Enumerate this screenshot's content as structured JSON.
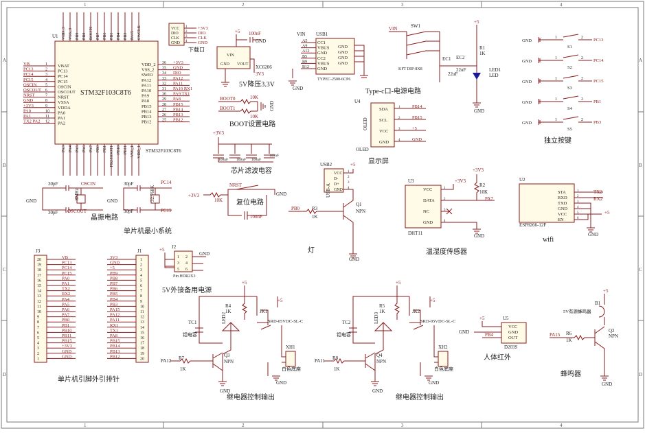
{
  "frame": {
    "cols": [
      "1",
      "2",
      "3",
      "4"
    ],
    "rows": [
      "A",
      "B",
      "C",
      "D"
    ]
  },
  "mcu": {
    "ref": "U1",
    "part": "STM32F103C8T6",
    "part_below": "STM32F103C8T6",
    "left_pins": [
      {
        "net": "VB",
        "num": "1",
        "name": "VBAT"
      },
      {
        "net": "PC13",
        "num": "2",
        "name": "PC13"
      },
      {
        "net": "PC14",
        "num": "3",
        "name": "PC14"
      },
      {
        "net": "PC15",
        "num": "4",
        "name": "PC15"
      },
      {
        "net": "OSCIN",
        "num": "5",
        "name": "OSCIN"
      },
      {
        "net": "OSCOUT",
        "num": "6",
        "name": "OSCOUT"
      },
      {
        "net": "NRST",
        "num": "7",
        "name": "NRST"
      },
      {
        "net": "GND",
        "num": "8",
        "name": "VSSA"
      },
      {
        "net": "+3V3",
        "num": "9",
        "name": "VDDA"
      },
      {
        "net": "PA0",
        "num": "10",
        "name": "PA0"
      },
      {
        "net": "PA1",
        "num": "11",
        "name": "PA1"
      },
      {
        "net": "TX2 PA2",
        "num": "12",
        "name": "PA2"
      }
    ],
    "right_pins": [
      {
        "net": "+3V3",
        "num": "36",
        "name": "VDD_2"
      },
      {
        "net": "GND",
        "num": "35",
        "name": "VSS_2"
      },
      {
        "net": "DIO",
        "num": "34",
        "name": "SWIO"
      },
      {
        "net": "PA12",
        "num": "33",
        "name": "PA12"
      },
      {
        "net": "PA11",
        "num": "32",
        "name": "PA11"
      },
      {
        "net": "PA10 RX1",
        "num": "31",
        "name": "PA10"
      },
      {
        "net": "PA9 TX1",
        "num": "30",
        "name": "PA9"
      },
      {
        "net": "PA8",
        "num": "29",
        "name": "PA8"
      },
      {
        "net": "PB15",
        "num": "28",
        "name": "PB15"
      },
      {
        "net": "PB14",
        "num": "27",
        "name": "PB14"
      },
      {
        "net": "PB13",
        "num": "26",
        "name": "PB13"
      },
      {
        "net": "PB12",
        "num": "25",
        "name": "PB12"
      }
    ],
    "top_pins": [
      "VDD_3",
      "VSS_3",
      "PB9",
      "PB8",
      "BOOT0",
      "PB7",
      "PB6",
      "PB5",
      "PB4",
      "PB3",
      "PA15",
      "SWCLK"
    ],
    "bottom_pins": [
      "PA3",
      "PA4",
      "PA5",
      "PA6",
      "PA7",
      "PB0",
      "PB1",
      "PB2/BOOT1",
      "PB10",
      "PB11",
      "VSS_1",
      "VDD_1"
    ]
  },
  "debug": {
    "title": "下载口",
    "pins": [
      "VCC",
      "DIO",
      "CLK",
      "GND"
    ],
    "nets": [
      "+3V3",
      "DIO",
      "CLK",
      "GND"
    ]
  },
  "ldo": {
    "part": "XC6206",
    "caption": "5V降压3.3V",
    "cap": "100nF",
    "in": "VIN",
    "out": "VOUT",
    "gnd": "GND",
    "vin_net": "+5",
    "vout_net": "3V3"
  },
  "boot": {
    "caption": "BOOT设置电路",
    "nets": [
      "BOOT0",
      "BOOT1"
    ],
    "res": [
      "10K",
      "10K"
    ],
    "gnd": "GND"
  },
  "typec": {
    "ref": "USB1",
    "part": "TYPEC-2500-6CP6",
    "caption": "Type-c口-电源电路",
    "left": [
      "A5",
      "A9",
      "A12",
      "B5",
      "B9",
      "B12"
    ],
    "left_names": [
      "CC1",
      "VBUS",
      "GND",
      "CC2",
      "VBUS",
      "GND"
    ],
    "right": [
      "GND",
      "GND",
      "GND",
      "GND"
    ],
    "vin": "VIN",
    "gnd": "GND"
  },
  "power_sw": {
    "ref": "SW1",
    "part": "KFT DIP-8X8",
    "vin": "VIN",
    "ec1": "EC1",
    "ec1_val": "22uF",
    "ec2": "EC2",
    "ec2_val": "22uF",
    "r": "R1",
    "r_val": "1K",
    "led": "LED1",
    "led_type": "LED",
    "net": "+5",
    "gnd": "GND"
  },
  "buttons": {
    "caption": "独立按键",
    "items": [
      {
        "ref": "S1",
        "net": "PC13"
      },
      {
        "ref": "S2",
        "net": "PC14"
      },
      {
        "ref": "S3",
        "net": "PC15"
      },
      {
        "ref": "S4",
        "net": "PB1"
      },
      {
        "ref": "S5",
        "net": "PB3"
      }
    ],
    "gnd": "GND"
  },
  "oled": {
    "ref": "U4",
    "part": "OLED",
    "caption": "显示屏",
    "pins": [
      "SDA",
      "SCL",
      "VCC",
      "GND"
    ],
    "nets": [
      "PB14",
      "PB15",
      "+5",
      "GND"
    ]
  },
  "decap": {
    "caption": "芯片滤波电容",
    "net": "+3V3",
    "caps": [
      "100nF",
      "100nF",
      "100nF",
      "100nF"
    ],
    "gnd": "GND"
  },
  "crystal": {
    "caption": "晶振电路",
    "osc1": "OSCIN",
    "osc2": "OSCOUT",
    "freq1": "8MHz",
    "caps1": [
      "30pF",
      "30pF"
    ],
    "pc14": "PC14",
    "pc15": "PC15",
    "freq2": "32.768K",
    "caps2": [
      "30pF",
      "30pF"
    ],
    "gnd": "GND"
  },
  "reset": {
    "caption": "复位电路",
    "net": "NRST",
    "vcc": "+3V3",
    "res": "10K",
    "cap": "100nF",
    "gnd": "GND"
  },
  "system_caption": "单片机最小系统",
  "usb_a": {
    "ref": "USB2",
    "part": "USB-A",
    "pins": [
      "VCC",
      "D-",
      "D+",
      "GND"
    ],
    "net": "+5"
  },
  "lamp": {
    "caption": "灯",
    "net": "PB0",
    "r": "R3",
    "r_val": "1K",
    "q": "Q1",
    "q_type": "NPN",
    "gnd": "GND"
  },
  "dht": {
    "ref": "U3",
    "part": "DHT11",
    "caption": "温湿度传感器",
    "pins": [
      "VCC",
      "DATA",
      "NC",
      "GND"
    ],
    "r": "R2",
    "r_val": "10K",
    "net": "PA7",
    "vcc": "+3V3",
    "gnd": "GND"
  },
  "wifi": {
    "ref": "U2",
    "part": "ESP8266-12F",
    "caption": "wifi",
    "pins": [
      "STA",
      "RXD",
      "TXD",
      "GND",
      "VCC",
      "EN"
    ],
    "nets": [
      "TX2",
      "RX2"
    ],
    "vcc": "+5",
    "gnd": "GND"
  },
  "j3": {
    "ref": "J3",
    "pins": [
      "20",
      "19",
      "18",
      "17",
      "16",
      "15",
      "14",
      "13",
      "12",
      "11",
      "10",
      "9",
      "8",
      "7",
      "6",
      "5",
      "4",
      "3",
      "2",
      "1"
    ],
    "nets": [
      "VB",
      "PC13",
      "PC14",
      "PC15",
      "PA0",
      "PA1",
      "TX2",
      "RX2",
      "PA4",
      "PA5",
      "PA6",
      "PA7",
      "PB0",
      "PB1",
      "PB10",
      "PB11",
      "PB15",
      "+3V3",
      "GND",
      "GND"
    ]
  },
  "j1": {
    "ref": "J1",
    "pins": [
      "1",
      "2",
      "3",
      "4",
      "5",
      "6",
      "7",
      "8",
      "9",
      "10",
      "11",
      "12",
      "13",
      "14",
      "15",
      "16",
      "17",
      "18",
      "19",
      "20"
    ],
    "nets": [
      "3V3",
      "GND",
      "+5",
      "PB9",
      "PB8",
      "PB7",
      "PB6",
      "PB5",
      "PB4",
      "PB3",
      "PA15",
      "PA12",
      "PA11",
      "RX1",
      "TX1",
      "PA8",
      "PB15",
      "PB14",
      "PB13",
      "PB12"
    ]
  },
  "header_caption": "单片机引脚外引排针",
  "ext_power": {
    "ref": "J2",
    "part": "Pin HDR2X3",
    "caption": "5V外接备用电源",
    "net": "+5",
    "gnd": "GND",
    "pins": [
      "1",
      "2",
      "3",
      "4",
      "5",
      "6"
    ]
  },
  "relay1": {
    "caption": "继电器控制输出",
    "tc": "TC1",
    "tc_type": "钽电容",
    "r4": "R4",
    "r4_val": "1K",
    "led": "LED2",
    "jk": "JK1",
    "jk_part": "SRD-05VDC-SL-C",
    "q": "Q3",
    "q_type": "NPN",
    "r": "R7",
    "r_val": "1K",
    "net": "PA12",
    "xh": "XH1",
    "xh_type": "白色底座",
    "vcc": "+5",
    "gnd": "GND"
  },
  "relay2": {
    "caption": "继电器控制输出",
    "tc": "TC2",
    "tc_type": "钽电容",
    "r4": "R5",
    "r4_val": "1K",
    "led": "LED3",
    "jk": "JK2",
    "jk_part": "SRD-05VDC-SL-C",
    "q": "Q4",
    "q_type": "NPN",
    "r": "R8",
    "r_val": "1K",
    "net": "PA11",
    "xh": "XH2",
    "xh_type": "白色底座",
    "vcc": "+5",
    "gnd": "GND"
  },
  "pir": {
    "ref": "U5",
    "part": "D203S",
    "caption": "人体红外",
    "pins": [
      "VCC",
      "GND",
      "OUT"
    ],
    "net": "PB4",
    "vcc": "+5",
    "gnd": "GND"
  },
  "buzzer": {
    "ref": "B1",
    "part": "5V有源蜂鸣器",
    "caption": "蜂鸣器",
    "q": "Q2",
    "q_type": "NPN",
    "r": "R6",
    "r_val": "1K",
    "net": "PA15",
    "vcc": "+5",
    "gnd": "GND"
  }
}
